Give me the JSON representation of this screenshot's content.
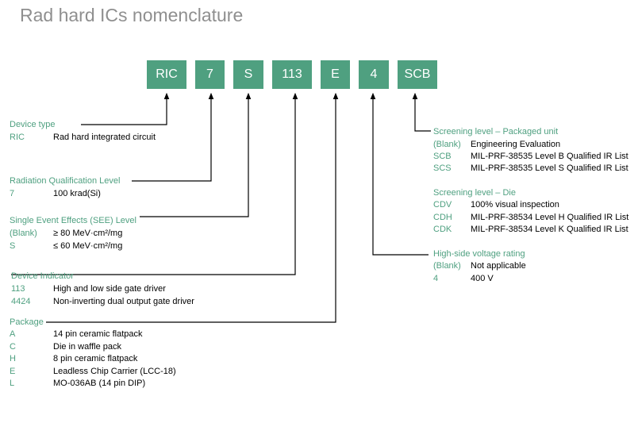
{
  "title": "Rad hard ICs nomenclature",
  "boxes": [
    "RIC",
    "7",
    "S",
    "113",
    "E",
    "4",
    "SCB"
  ],
  "accent_color": "#4fa080",
  "sections": {
    "device_type": {
      "header": "Device type",
      "rows": [
        {
          "code": "RIC",
          "desc": "Rad hard integrated circuit"
        }
      ]
    },
    "radiation": {
      "header": "Radiation Qualification Level",
      "rows": [
        {
          "code": "7",
          "desc": "100 krad(Si)"
        }
      ]
    },
    "see": {
      "header": "Single Event Effects (SEE) Level",
      "rows": [
        {
          "code": "(Blank)",
          "desc": "≥ 80 MeV·cm²/mg"
        },
        {
          "code": "S",
          "desc": "≤ 60 MeV·cm²/mg"
        }
      ]
    },
    "device_indicator": {
      "header": "Device Indicator",
      "rows": [
        {
          "code": "113",
          "desc": "High and low side gate driver"
        },
        {
          "code": "4424",
          "desc": "Non-inverting dual output gate driver"
        }
      ]
    },
    "package": {
      "header": "Package",
      "rows": [
        {
          "code": "A",
          "desc": "14 pin ceramic flatpack"
        },
        {
          "code": "C",
          "desc": "Die in waffle pack"
        },
        {
          "code": "H",
          "desc": "8 pin ceramic flatpack"
        },
        {
          "code": "E",
          "desc": "Leadless Chip Carrier (LCC-18)"
        },
        {
          "code": "L",
          "desc": "MO-036AB (14 pin DIP)"
        }
      ]
    },
    "screen_pkg": {
      "header": "Screening level – Packaged unit",
      "rows": [
        {
          "code": "(Blank)",
          "desc": "Engineering Evaluation"
        },
        {
          "code": "SCB",
          "desc": "MIL-PRF-38535 Level B Qualified IR List"
        },
        {
          "code": "SCS",
          "desc": "MIL-PRF-38535 Level S Qualified IR List"
        }
      ]
    },
    "screen_die": {
      "header": "Screening level –  Die",
      "rows": [
        {
          "code": "CDV",
          "desc": "100% visual inspection"
        },
        {
          "code": "CDH",
          "desc": "MIL-PRF-38534 Level H Qualified IR List"
        },
        {
          "code": "CDK",
          "desc": "MIL-PRF-38534 Level K Qualified IR List"
        }
      ]
    },
    "voltage": {
      "header": "High-side voltage rating",
      "rows": [
        {
          "code": "(Blank)",
          "desc": "Not applicable"
        },
        {
          "code": "4",
          "desc": "400 V"
        }
      ]
    }
  }
}
